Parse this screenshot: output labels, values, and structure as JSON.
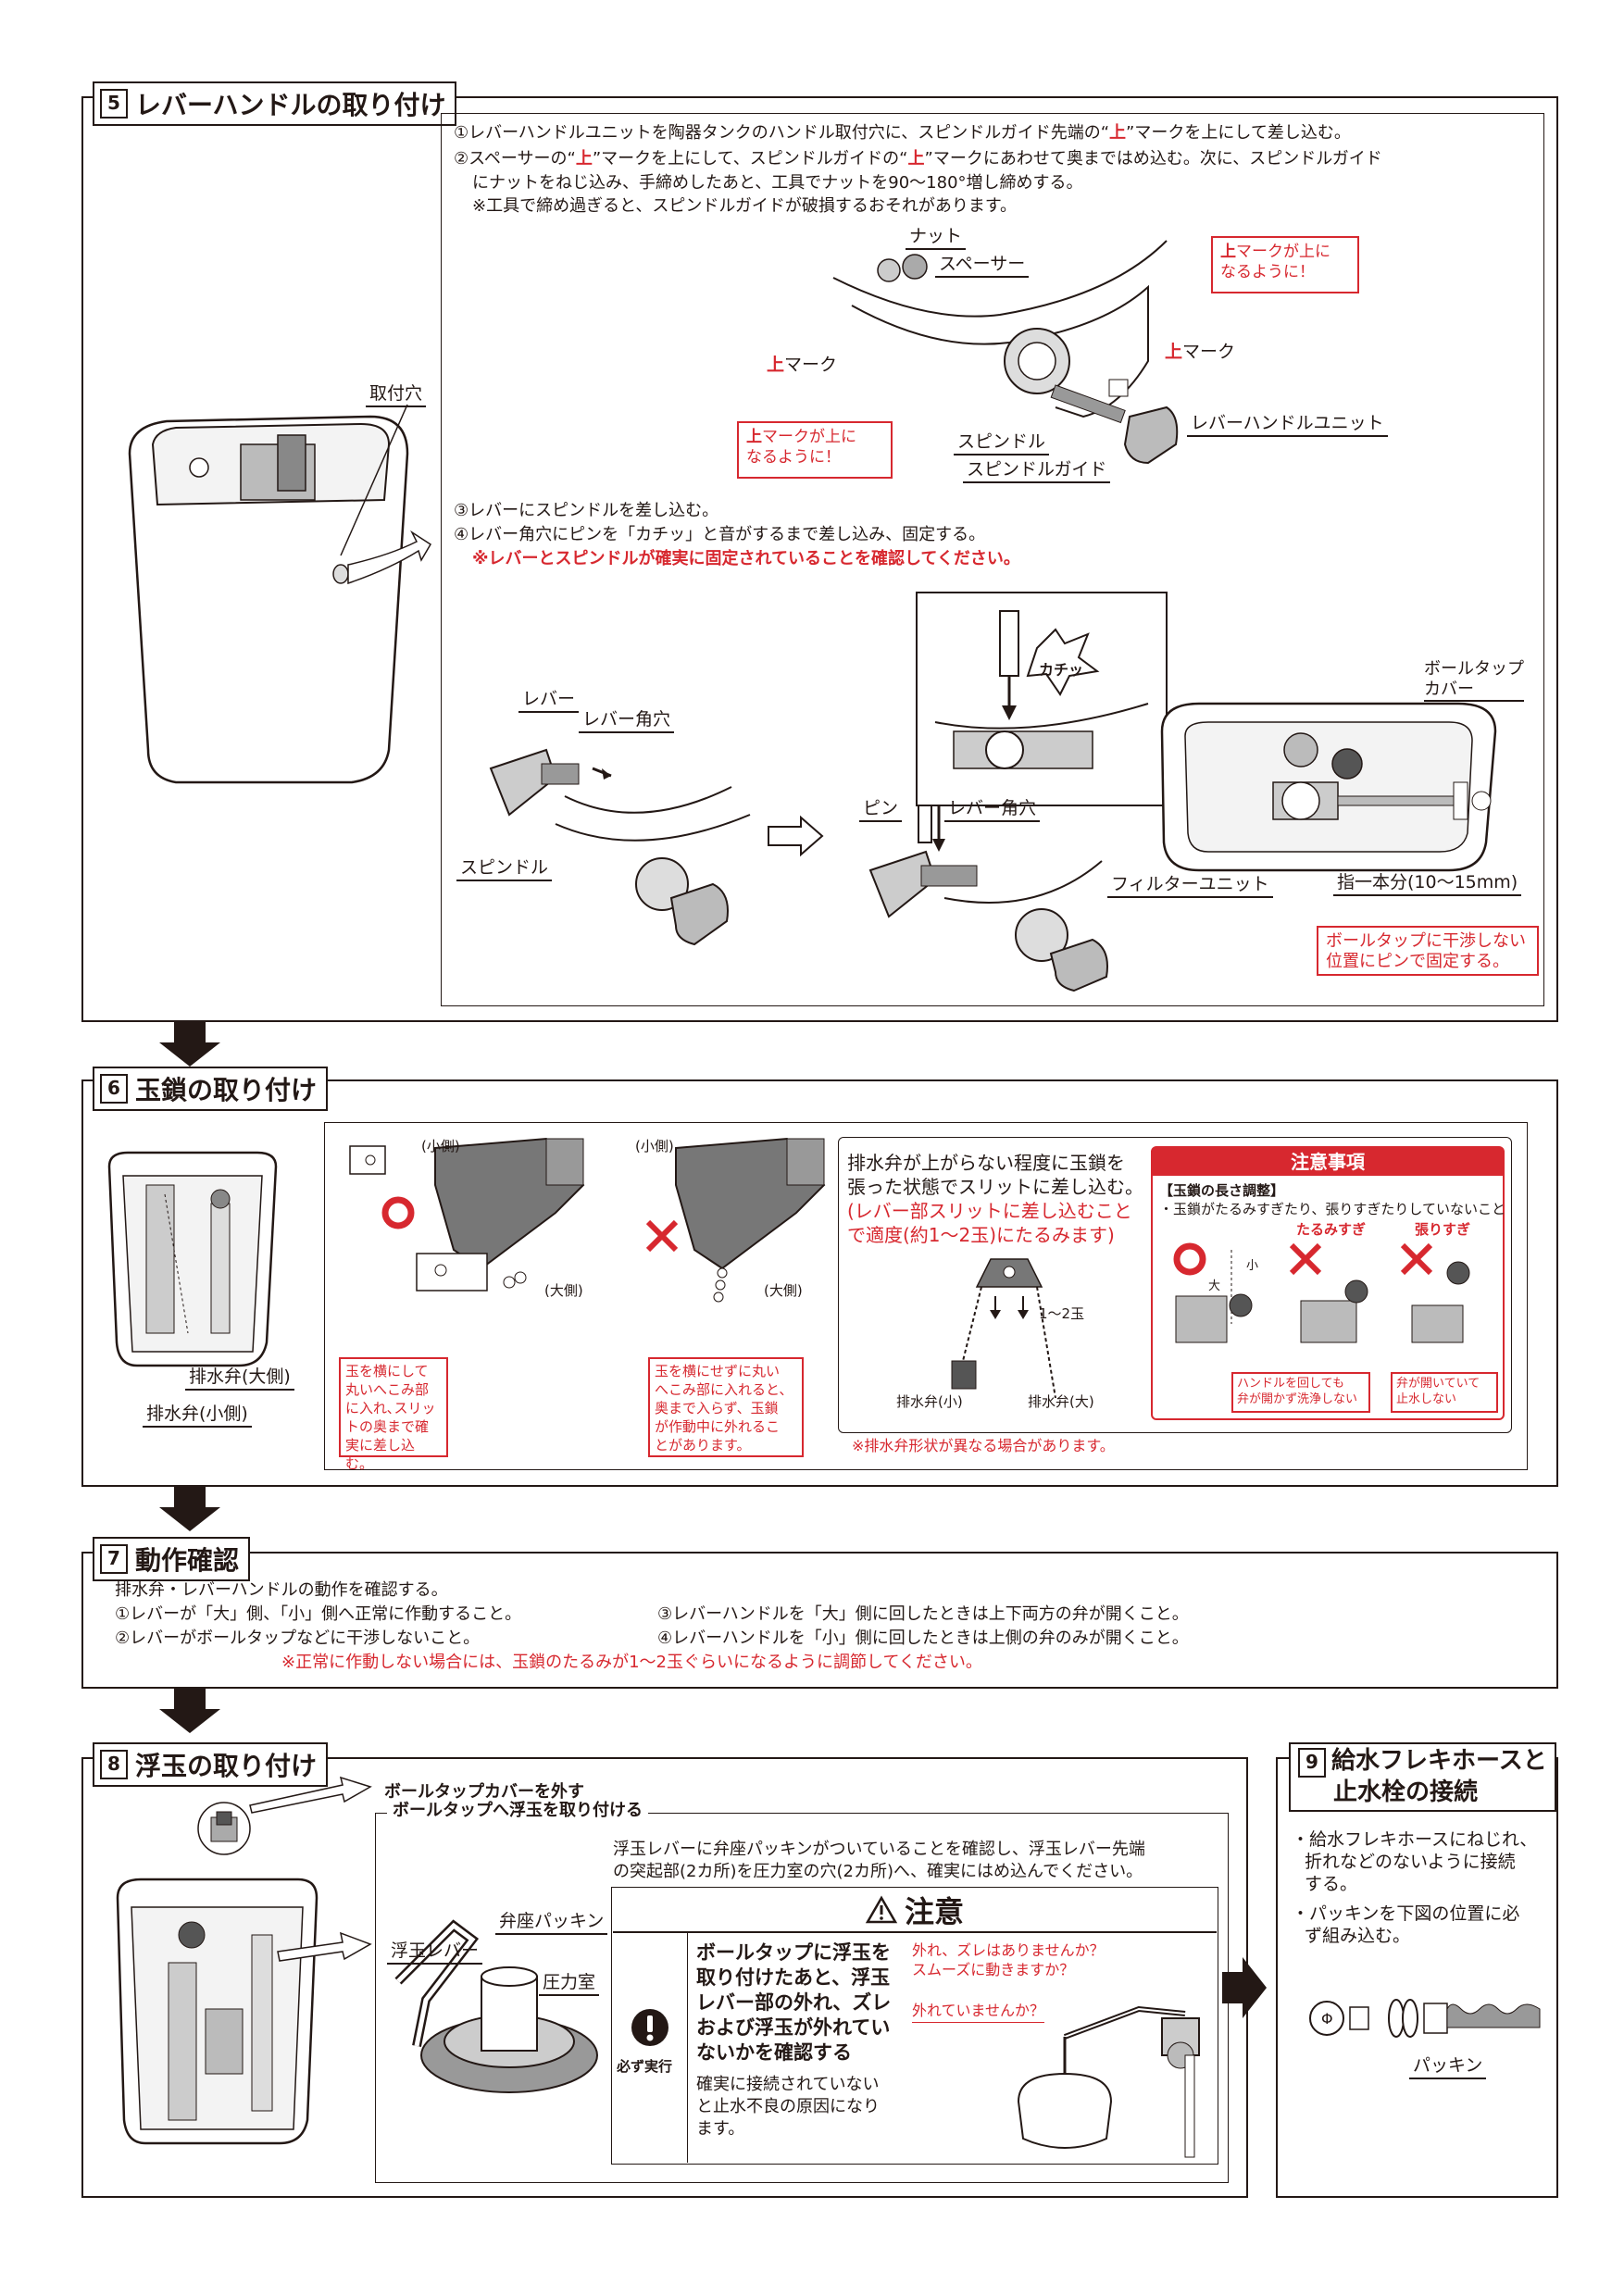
{
  "s5": {
    "num": "5",
    "title": "レバーハンドルの取り付け",
    "step1": "①レバーハンドルユニットを陶器タンクのハンドル取付穴に、スピンドルガイド先端の“",
    "step1_mark": "上",
    "step1_tail": "”マークを上にして差し込む。",
    "step2a": "②スペーサーの“",
    "step2a_mid": "”マークを上にして、スピンドルガイドの“",
    "step2a_tail": "”マークにあわせて奥まではめ込む。次に、スピンドルガイド",
    "step2b": "にナットをねじ込み、手締めしたあと、工具でナットを90～180°増し締めする。",
    "step2c": "※工具で締め過ぎると、スピンドルガイドが破損するおそれがあります。",
    "mark": "上",
    "torituke_ana": "取付穴",
    "nut": "ナット",
    "spacer": "スペーサー",
    "mark_label": "マーク",
    "mark_up_box1": "マークが上に",
    "mark_up_box2": "なるように！",
    "spindle": "スピンドル",
    "spindle_guide": "スピンドルガイド",
    "lever_unit": "レバーハンドルユニット",
    "step3": "③レバーにスピンドルを差し込む。",
    "step4": "④レバー角穴にピンを「カチッ」と音がするまで差し込み、固定する。",
    "warn": "※レバーとスピンドルが確実に固定されていることを確認してください。",
    "lever": "レバー",
    "lever_hole": "レバー角穴",
    "pin": "ピン",
    "click": "カチッ",
    "balltap_cover1": "ボールタップ",
    "balltap_cover2": "カバー",
    "filter_unit": "フィルターユニット",
    "finger": "指一本分(10～15mm)",
    "pin_fix1": "ボールタップに干渉しない",
    "pin_fix2": "位置にピンで固定する。"
  },
  "s6": {
    "num": "6",
    "title": "玉鎖の取り付け",
    "valve_large": "排水弁(大側)",
    "valve_small": "排水弁(小側)",
    "small_side": "(小側)",
    "large_side": "(大側)",
    "good_box": [
      "玉を横にして",
      "丸いへこみ部",
      "に入れ､スリッ",
      "トの奥まで確",
      "実に差し込む。"
    ],
    "bad_box": [
      "玉を横にせずに丸い",
      "へこみ部に入れると、",
      "奥まで入らず、玉鎖",
      "が作動中に外れるこ",
      "とがあります。"
    ],
    "desc1": "排水弁が上がらない程度に玉鎖を",
    "desc2": "張った状態でスリットに差し込む。",
    "desc3": "(レバー部スリットに差し込むこと",
    "desc4": "で適度(約1～2玉)にたるみます)",
    "one_two": "1～2玉",
    "drain_small": "排水弁(小)",
    "drain_large": "排水弁(大)",
    "shape_note": "※排水弁形状が異なる場合があります。",
    "caution_title": "注意事項",
    "caution_sub": "【玉鎖の長さ調整】",
    "caution_line": "・玉鎖がたるみすぎたり、張りすぎたりしていないこと",
    "too_slack": "たるみすぎ",
    "too_tight": "張りすぎ",
    "slack_box": [
      "ハンドルを回しても",
      "弁が開かず洗浄しない"
    ],
    "tight_box": [
      "弁が開いていて",
      "止水しない"
    ],
    "big": "大",
    "small": "小"
  },
  "s7": {
    "num": "7",
    "title": "動作確認",
    "intro": "排水弁・レバーハンドルの動作を確認する。",
    "c1": "①レバーが「大」側、「小」側へ正常に作動すること。",
    "c2": "②レバーがボールタップなどに干渉しないこと。",
    "c3": "③レバーハンドルを「大」側に回したときは上下両方の弁が開くこと。",
    "c4": "④レバーハンドルを「小」側に回したときは上側の弁のみが開くこと。",
    "note": "※正常に作動しない場合には、玉鎖のたるみが1～2玉ぐらいになるように調節してください。"
  },
  "s8": {
    "num": "8",
    "title": "浮玉の取り付け",
    "remove_cover": "ボールタップカバーを外す",
    "attach_float": "ボールタップへ浮玉を取り付ける",
    "desc1": "浮玉レバーに弁座パッキンがついていることを確認し、浮玉レバー先端",
    "desc2": "の突起部(2カ所)を圧力室の穴(2カ所)へ、確実にはめ込んでください。",
    "float_lever": "浮玉レバー",
    "seat_packing": "弁座パッキン",
    "pressure_chamber": "圧力室",
    "caution": "注意",
    "must_do": "必ず実行",
    "bold1": "ボールタップに浮玉を",
    "bold2": "取り付けたあと、浮玉",
    "bold3": "レバー部の外れ、ズレ",
    "bold4": "および浮玉が外れてい",
    "bold5": "ないかを確認する",
    "sub1": "確実に接続されていない",
    "sub2": "と止水不良の原因になり",
    "sub3": "ます。",
    "q1": "外れ、ズレはありませんか？",
    "q2": "スムーズに動きますか？",
    "q3": "外れていませんか？"
  },
  "s9": {
    "num": "9",
    "title1": "給水フレキホースと",
    "title2": "止水栓の接続",
    "b1a": "・給水フレキホースにねじれ、",
    "b1b": "折れなどのないように接続",
    "b1c": "する。",
    "b2a": "・パッキンを下図の位置に必",
    "b2b": "ず組み込む。",
    "packing": "パッキン"
  }
}
